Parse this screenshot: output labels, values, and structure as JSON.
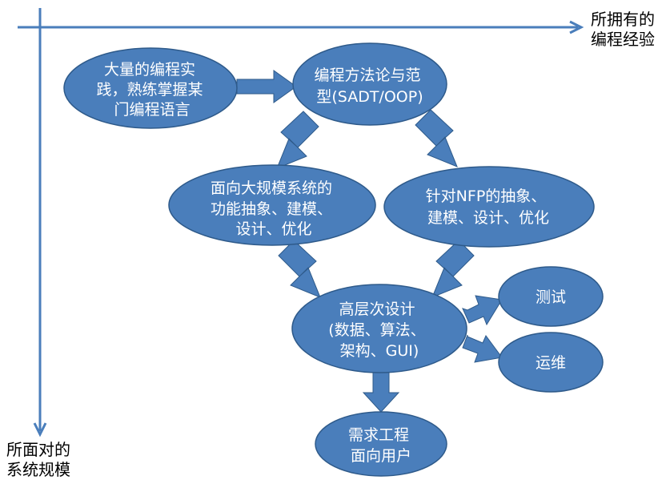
{
  "colors": {
    "node_fill": "#4a7ebb",
    "node_stroke": "#2e5a8a",
    "arrow_fill": "#4a7ebb",
    "axis_line": "#4a7ebb",
    "node_text": "#ffffff",
    "label_text": "#000000"
  },
  "axes": {
    "x_label": [
      "所拥有的",
      "编程经验"
    ],
    "y_label": [
      "所面对的",
      "系统规模"
    ]
  },
  "nodes": {
    "practice": [
      "大量的编程实",
      "践，熟练掌握某",
      "门编程语言"
    ],
    "methodology": [
      "编程方法论与范",
      "型(SADT/OOP)"
    ],
    "large_scale": [
      "面向大规模系统的",
      "功能抽象、建模、",
      "设计、优化"
    ],
    "nfp": [
      "针对NFP的抽象、",
      "建模、设计、优化"
    ],
    "high_level": [
      "高层次设计",
      "(数据、算法、",
      "架构、GUI)"
    ],
    "testing": [
      "测试"
    ],
    "operations": [
      "运维"
    ],
    "requirements": [
      "需求工程",
      "面向用户"
    ]
  }
}
